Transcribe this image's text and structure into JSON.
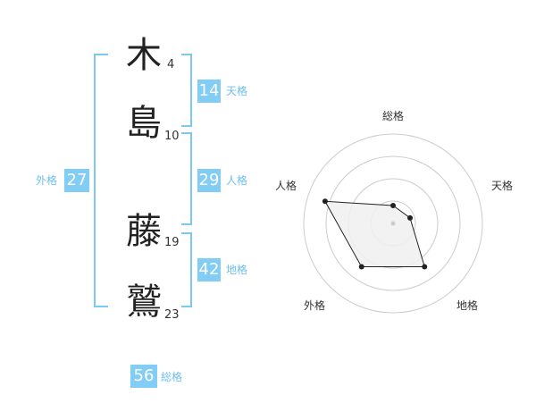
{
  "characters": [
    {
      "char": "木",
      "strokes": "4"
    },
    {
      "char": "島",
      "strokes": "10"
    },
    {
      "char": "藤",
      "strokes": "19"
    },
    {
      "char": "鷲",
      "strokes": "23"
    }
  ],
  "scores": {
    "tenkaku": {
      "value": "14",
      "label": "天格"
    },
    "jinkaku": {
      "value": "29",
      "label": "人格"
    },
    "chikaku": {
      "value": "42",
      "label": "地格"
    },
    "gaikaku": {
      "value": "27",
      "label": "外格"
    },
    "soukaku": {
      "value": "56",
      "label": "総格"
    }
  },
  "chart_data": {
    "type": "radar",
    "axes": [
      "総格",
      "天格",
      "地格",
      "外格",
      "人格"
    ],
    "values": [
      1,
      1,
      3,
      3,
      4
    ],
    "range": [
      0,
      5
    ],
    "rings": 4,
    "colors": {
      "fill": "#f0f0f0",
      "line": "#222222",
      "ring": "#cccccc"
    }
  }
}
